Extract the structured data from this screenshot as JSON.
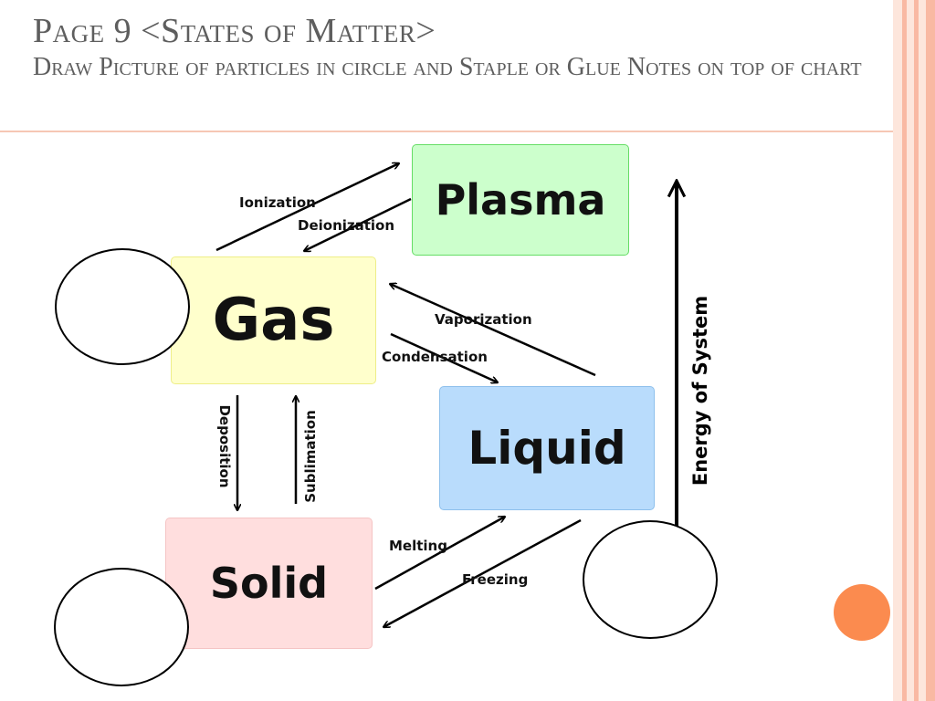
{
  "slide": {
    "title": "Page 9 <States of Matter>",
    "subtitle": "Draw Picture of particles in circle and Staple or Glue Notes on top of chart"
  },
  "states": {
    "plasma": {
      "label": "Plasma",
      "fill": "#ccffcc",
      "border": "#66dd66"
    },
    "gas": {
      "label": "Gas",
      "fill": "#ffffcc",
      "border": "#eeee88"
    },
    "liquid": {
      "label": "Liquid",
      "fill": "#b9dcfc",
      "border": "#8ec0ec"
    },
    "solid": {
      "label": "Solid",
      "fill": "#ffdede",
      "border": "#f5c4c4"
    }
  },
  "transitions": {
    "ionization": "Ionization",
    "deionization": "Deionization",
    "vaporization": "Vaporization",
    "condensation": "Condensation",
    "deposition": "Deposition",
    "sublimation": "Sublimation",
    "melting": "Melting",
    "freezing": "Freezing"
  },
  "axis": {
    "label": "Energy of System"
  },
  "theme": {
    "stripe_color": "#f9b9a3",
    "stripe_light": "#fde6dc",
    "rule_color": "#f6c7b4",
    "dot_color": "#fb8b4f"
  }
}
